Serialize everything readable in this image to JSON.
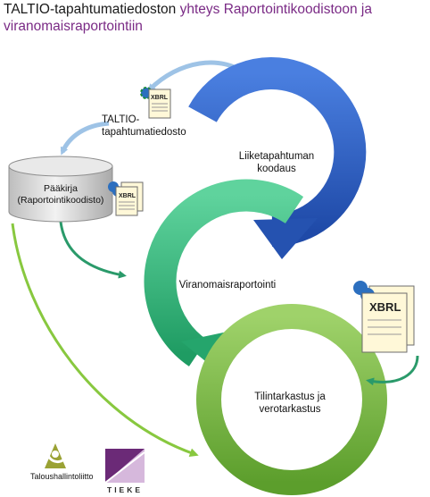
{
  "title": {
    "lead": "TALTIO-tapahtumatiedoston",
    "rest": " yhteys Raportointikoodistoon ja viranomaisraportointiin"
  },
  "file_label": "TALTIO-\ntapahtumatiedosto",
  "ledger_label": "Pääkirja\n(Raportointikoodisto)",
  "xbrl_text": "XBRL",
  "cycle": [
    {
      "label": "Liiketapahtuman\nkoodaus",
      "color": "#2f5fbf"
    },
    {
      "label": "Viranomaisraportointi",
      "color": "#2eb57a"
    },
    {
      "label": "Tilintarkastus ja\nverotarkastus",
      "color": "#76b842"
    }
  ],
  "logos": {
    "left": "Taloushallintoliitto",
    "right": "TIEKE"
  },
  "colors": {
    "title_accent": "#7a2a85",
    "blue": "#2f5fbf",
    "teal": "#2eb57a",
    "green": "#76b842",
    "light_blue_arrow": "#9ec3e6"
  }
}
